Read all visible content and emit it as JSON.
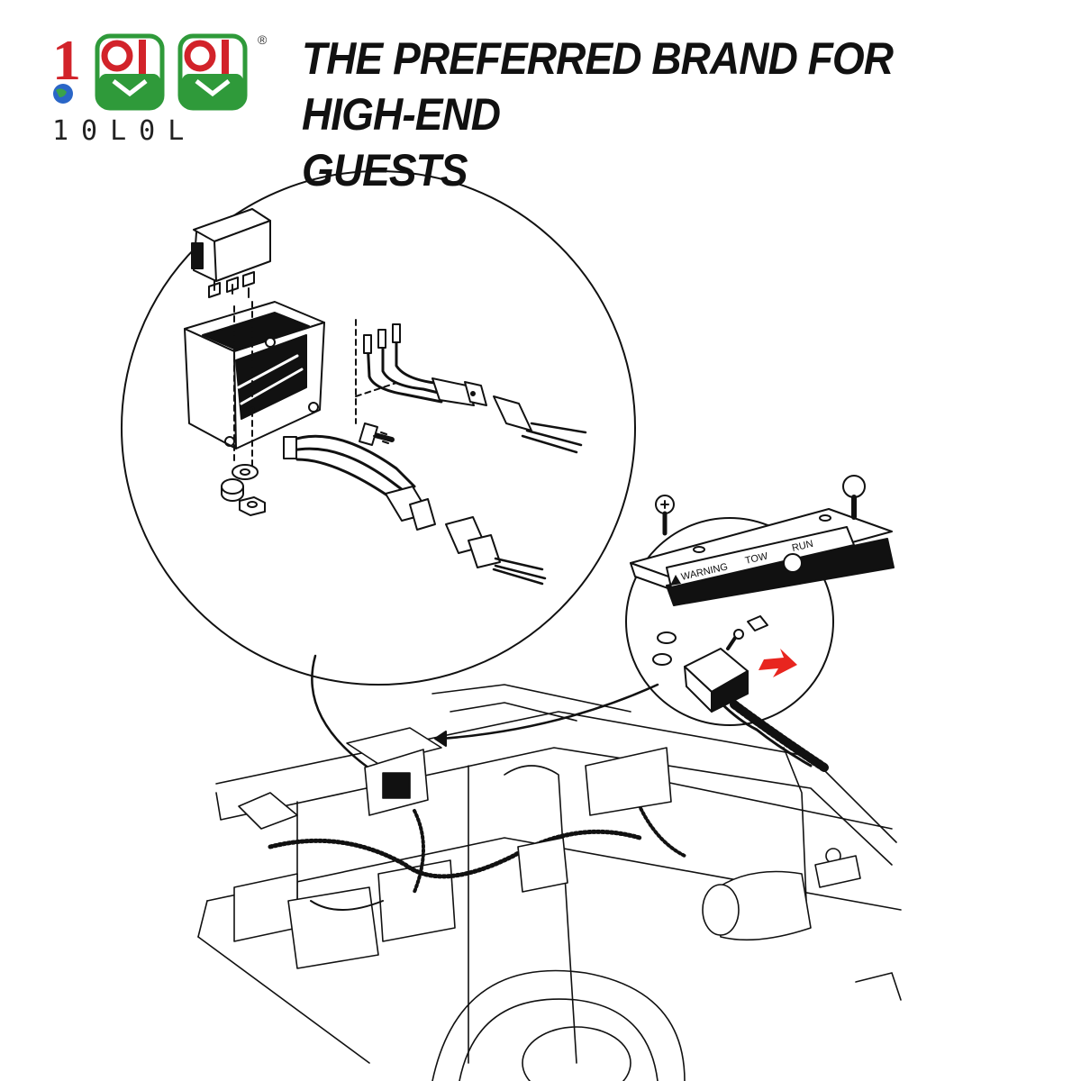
{
  "brand": {
    "name": "10L0L",
    "registered_mark": "®"
  },
  "tagline": {
    "line1": "THE PREFERRED BRAND FOR HIGH-END",
    "line2": "GUESTS"
  },
  "diagram": {
    "decal_labels": {
      "warning": "WARNING",
      "tow": "TOW",
      "run": "RUN"
    },
    "colors": {
      "line": "#111111",
      "arrow": "#e8251f",
      "logo_green": "#2f9a3a",
      "logo_red": "#d2232a"
    }
  }
}
